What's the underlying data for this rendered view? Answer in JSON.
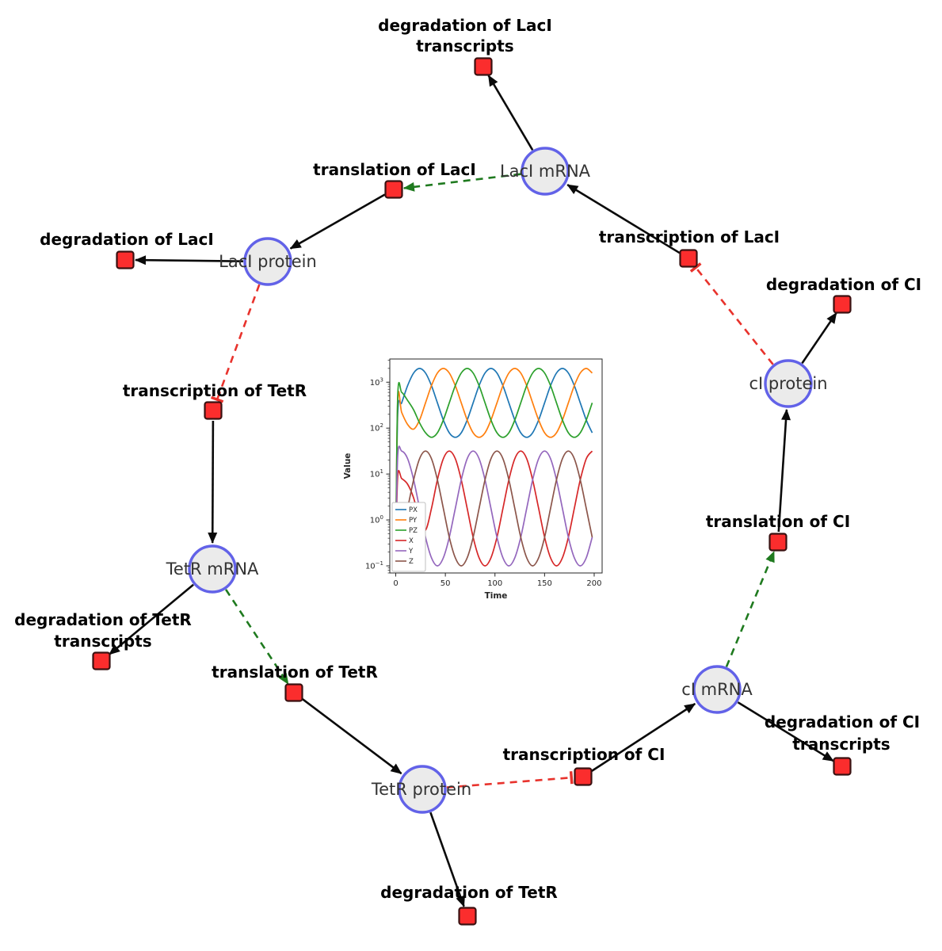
{
  "figure": {
    "background": "#ffffff"
  },
  "network": {
    "species": [
      {
        "id": "laci-mrna",
        "label": "LacI mRNA"
      },
      {
        "id": "laci-protein",
        "label": "LacI protein"
      },
      {
        "id": "ci-protein",
        "label": "cI protein"
      },
      {
        "id": "tetr-mrna",
        "label": "TetR mRNA"
      },
      {
        "id": "ci-mrna",
        "label": "cI mRNA"
      },
      {
        "id": "tetr-protein",
        "label": "TetR protein"
      }
    ],
    "reactions": [
      {
        "id": "degradation-laci-transcripts",
        "lines": [
          "degradation of LacI",
          "transcripts"
        ]
      },
      {
        "id": "translation-laci",
        "lines": [
          "translation of LacI"
        ]
      },
      {
        "id": "degradation-laci",
        "lines": [
          "degradation of LacI"
        ]
      },
      {
        "id": "transcription-laci",
        "lines": [
          "transcription of LacI"
        ]
      },
      {
        "id": "degradation-ci",
        "lines": [
          "degradation of CI"
        ]
      },
      {
        "id": "transcription-tetr",
        "lines": [
          "transcription of TetR"
        ]
      },
      {
        "id": "translation-ci",
        "lines": [
          "translation of CI"
        ]
      },
      {
        "id": "degradation-tetr-transcripts",
        "lines": [
          "degradation of TetR",
          "transcripts"
        ]
      },
      {
        "id": "translation-tetr",
        "lines": [
          "translation of TetR"
        ]
      },
      {
        "id": "transcription-ci",
        "lines": [
          "transcription of CI"
        ]
      },
      {
        "id": "degradation-ci-transcripts",
        "lines": [
          "degradation of CI",
          "transcripts"
        ]
      },
      {
        "id": "degradation-tetr",
        "lines": [
          "degradation of TetR"
        ]
      }
    ],
    "colors": {
      "species_fill": "#ebebeb",
      "species_stroke": "#6262e8",
      "reaction_fill": "#fb2d2d",
      "reaction_stroke": "#3a1111",
      "edge": "#0a0a0a",
      "activation": "#1f7a1f",
      "inhibition": "#e8322c"
    }
  },
  "chart_data": {
    "type": "line",
    "title": "",
    "xlabel": "Time",
    "ylabel": "Value",
    "xscale": "linear",
    "yscale": "log",
    "xlim": [
      -6,
      208
    ],
    "ylim": [
      0.07,
      3200
    ],
    "xticks": [
      0,
      50,
      100,
      150,
      200
    ],
    "yticks": [
      {
        "value": 1000,
        "exp": "3"
      },
      {
        "value": 100,
        "exp": "2"
      },
      {
        "value": 10,
        "exp": "1"
      },
      {
        "value": 1,
        "exp": "0"
      },
      {
        "value": 0.1,
        "exp": "−1"
      }
    ],
    "legend_position": "lower left",
    "grid": false,
    "x": [
      0,
      2,
      6,
      12,
      18,
      24,
      30,
      36,
      42,
      48,
      54,
      60,
      66,
      72,
      78,
      84,
      90,
      96,
      102,
      108,
      114,
      120,
      126,
      132,
      138,
      144,
      150,
      156,
      162,
      168,
      174,
      180,
      186,
      192,
      198
    ],
    "series": [
      {
        "name": "PX",
        "color": "#1f77b4",
        "values": [
          0.15,
          200,
          355,
          841,
          1585,
          1995,
          1585,
          841,
          355,
          150,
          79,
          63,
          79,
          150,
          355,
          841,
          1585,
          1995,
          1585,
          841,
          355,
          150,
          79,
          63,
          79,
          150,
          355,
          841,
          1585,
          1995,
          1585,
          841,
          355,
          150,
          79
        ]
      },
      {
        "name": "PY",
        "color": "#ff7f0e",
        "values": [
          0.15,
          400,
          220,
          120,
          95,
          150,
          355,
          841,
          1585,
          1995,
          1585,
          841,
          355,
          150,
          79,
          63,
          79,
          150,
          355,
          841,
          1585,
          1995,
          1585,
          841,
          355,
          150,
          79,
          63,
          79,
          150,
          355,
          841,
          1585,
          1995,
          1585
        ]
      },
      {
        "name": "PZ",
        "color": "#2ca02c",
        "values": [
          0.15,
          500,
          600,
          400,
          250,
          130,
          79,
          63,
          79,
          150,
          355,
          841,
          1585,
          1995,
          1585,
          841,
          355,
          150,
          79,
          63,
          79,
          150,
          355,
          841,
          1585,
          1995,
          1585,
          841,
          355,
          150,
          79,
          63,
          79,
          150,
          355
        ]
      },
      {
        "name": "X",
        "color": "#d62728",
        "values": [
          0.15,
          9,
          8,
          6,
          3,
          1,
          0.6,
          1.78,
          7.5,
          21.6,
          31.6,
          21.6,
          7.5,
          1.78,
          0.42,
          0.15,
          0.1,
          0.15,
          0.42,
          1.78,
          7.5,
          21.6,
          31.6,
          21.6,
          7.5,
          1.78,
          0.42,
          0.15,
          0.1,
          0.15,
          0.42,
          1.78,
          7.5,
          21.6,
          31.6
        ]
      },
      {
        "name": "Y",
        "color": "#9467bd",
        "values": [
          0.15,
          25,
          31.6,
          21.6,
          7.5,
          1.78,
          0.42,
          0.15,
          0.1,
          0.15,
          0.42,
          1.78,
          7.5,
          21.6,
          31.6,
          21.6,
          7.5,
          1.78,
          0.42,
          0.15,
          0.1,
          0.15,
          0.42,
          1.78,
          7.5,
          21.6,
          31.6,
          21.6,
          7.5,
          1.78,
          0.42,
          0.15,
          0.1,
          0.15,
          0.42
        ]
      },
      {
        "name": "Z",
        "color": "#8c564b",
        "values": [
          0.15,
          0.3,
          0.42,
          1.78,
          7.5,
          21.6,
          31.6,
          21.6,
          7.5,
          1.78,
          0.42,
          0.15,
          0.1,
          0.15,
          0.42,
          1.78,
          7.5,
          21.6,
          31.6,
          21.6,
          7.5,
          1.78,
          0.42,
          0.15,
          0.1,
          0.15,
          0.42,
          1.78,
          7.5,
          21.6,
          31.6,
          21.6,
          7.5,
          1.78,
          0.42
        ]
      }
    ]
  }
}
